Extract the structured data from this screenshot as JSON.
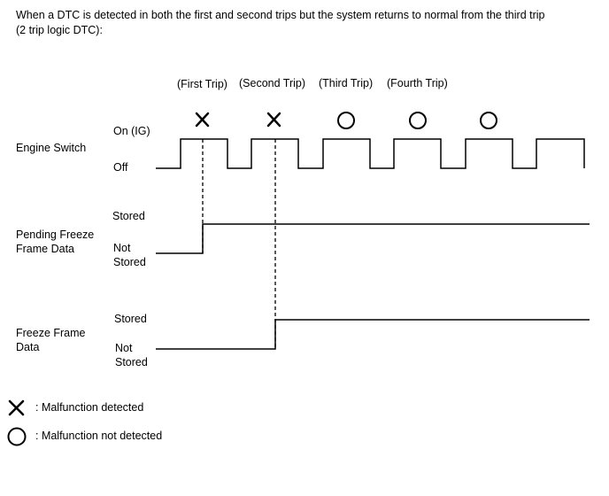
{
  "caption": {
    "line1": "When a DTC is detected in both the first and second trips but the system returns to normal from the third trip",
    "line2": "(2 trip logic DTC):"
  },
  "trip_labels": [
    "(First Trip)",
    "(Second Trip)",
    "(Third Trip)",
    "(Fourth Trip)"
  ],
  "trip_marks": [
    "cross-icon",
    "cross-icon",
    "circle-icon",
    "circle-icon",
    "circle-icon"
  ],
  "engine_switch": {
    "label": "Engine Switch",
    "on_label": "On (IG)",
    "off_label": "Off"
  },
  "pending_freeze_frame": {
    "label_line1": "Pending Freeze",
    "label_line2": "Frame Data",
    "stored_label": "Stored",
    "not_stored_line1": "Not",
    "not_stored_line2": "Stored"
  },
  "freeze_frame": {
    "label_line1": "Freeze Frame",
    "label_line2": "Data",
    "stored_label": "Stored",
    "not_stored_line1": "Not",
    "not_stored_line2": "Stored"
  },
  "legend": {
    "cross_text": ": Malfunction detected",
    "circle_text": ": Malfunction not detected"
  }
}
